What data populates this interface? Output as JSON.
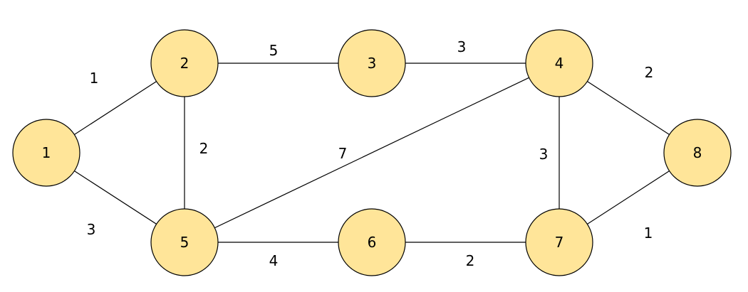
{
  "colors": {
    "node_fill": "#FFE599",
    "node_stroke": "#000000",
    "edge_stroke": "#000000"
  },
  "nodes": [
    {
      "id": "1",
      "label": "1"
    },
    {
      "id": "2",
      "label": "2"
    },
    {
      "id": "3",
      "label": "3"
    },
    {
      "id": "4",
      "label": "4"
    },
    {
      "id": "5",
      "label": "5"
    },
    {
      "id": "6",
      "label": "6"
    },
    {
      "id": "7",
      "label": "7"
    },
    {
      "id": "8",
      "label": "8"
    }
  ],
  "edges": [
    {
      "id": "1-2",
      "from": "1",
      "to": "2",
      "weight": "1"
    },
    {
      "id": "1-5",
      "from": "1",
      "to": "5",
      "weight": "3"
    },
    {
      "id": "2-3",
      "from": "2",
      "to": "3",
      "weight": "5"
    },
    {
      "id": "2-5",
      "from": "2",
      "to": "5",
      "weight": "2"
    },
    {
      "id": "3-4",
      "from": "3",
      "to": "4",
      "weight": "3"
    },
    {
      "id": "4-5",
      "from": "4",
      "to": "5",
      "weight": "7"
    },
    {
      "id": "4-7",
      "from": "4",
      "to": "7",
      "weight": "3"
    },
    {
      "id": "4-8",
      "from": "4",
      "to": "8",
      "weight": "2"
    },
    {
      "id": "5-6",
      "from": "5",
      "to": "6",
      "weight": "4"
    },
    {
      "id": "6-7",
      "from": "6",
      "to": "7",
      "weight": "2"
    },
    {
      "id": "7-8",
      "from": "7",
      "to": "8",
      "weight": "1"
    }
  ]
}
